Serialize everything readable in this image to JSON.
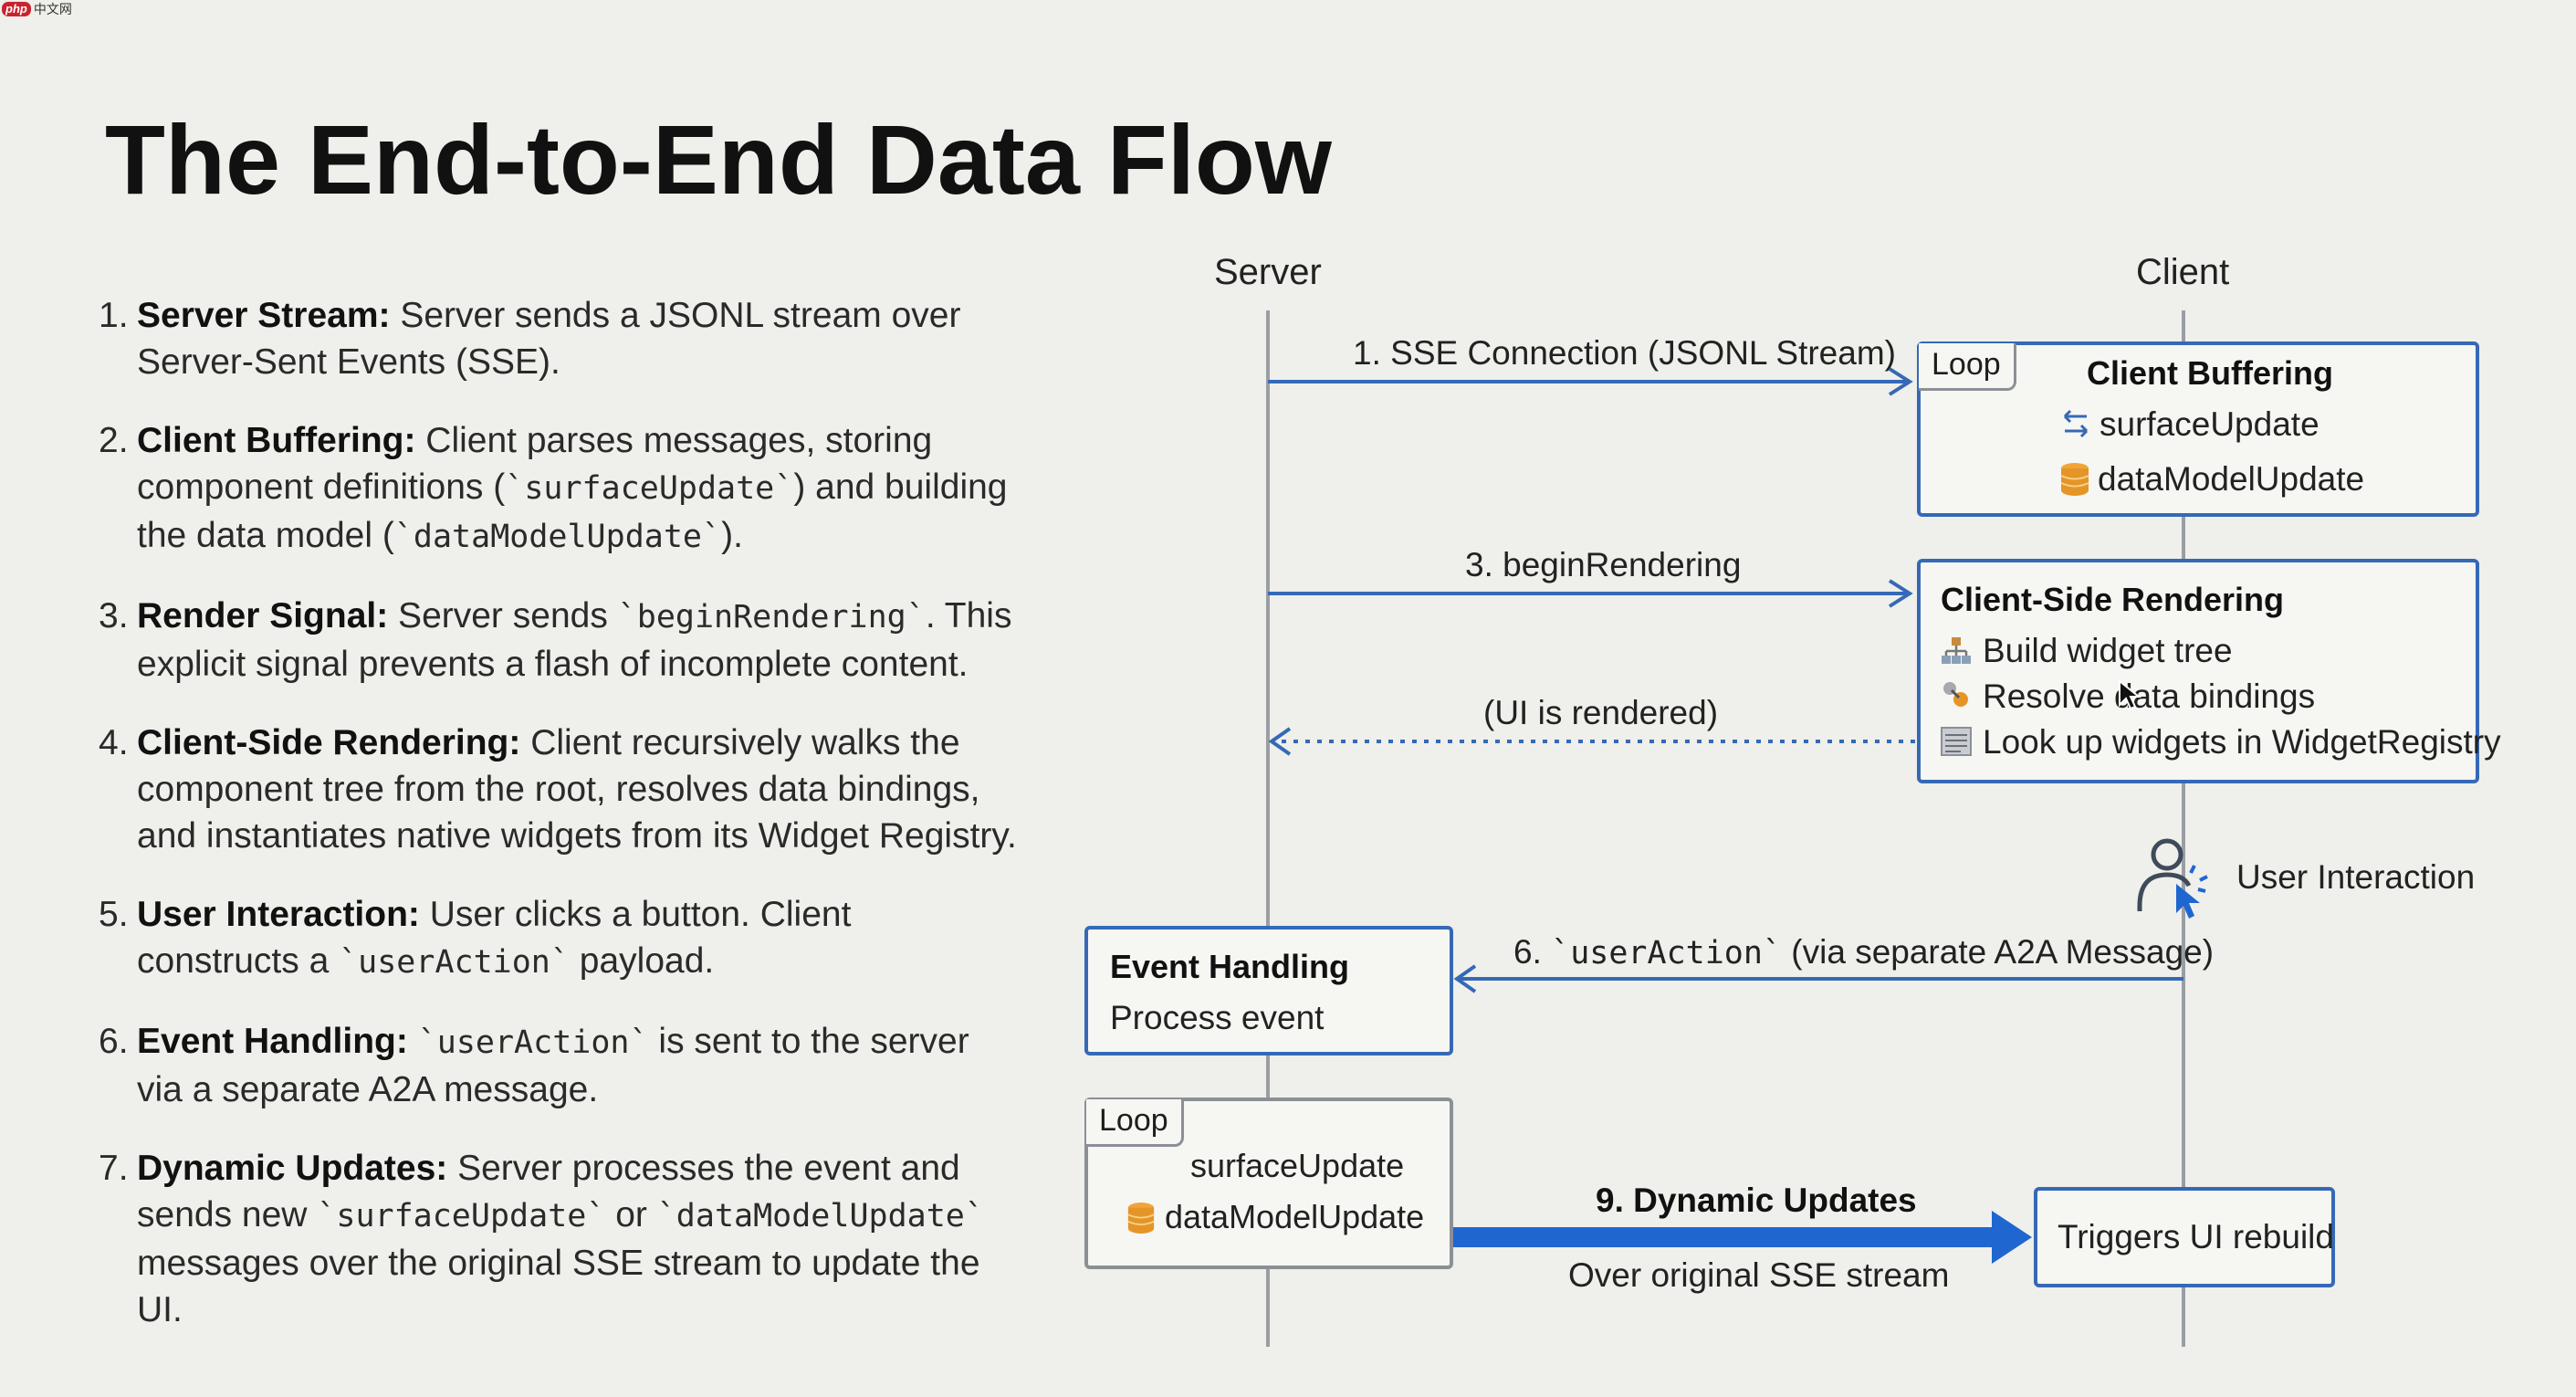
{
  "watermark": {
    "badge": "php",
    "text": "中文网"
  },
  "title": "The End-to-End Data Flow",
  "steps": [
    {
      "num": "1.",
      "head": "Server Stream:",
      "parts": [
        " Server sends a JSONL stream over Server-Sent Events (SSE)."
      ]
    },
    {
      "num": "2.",
      "head": "Client Buffering:",
      "parts": [
        " Client parses messages, storing component definitions (",
        "`surfaceUpdate`",
        ") and building the data model (",
        "`dataModelUpdate`",
        ")."
      ]
    },
    {
      "num": "3.",
      "head": "Render Signal:",
      "parts": [
        " Server sends ",
        "`beginRendering`",
        ". This explicit signal prevents a flash of incomplete content."
      ]
    },
    {
      "num": "4.",
      "head": "Client-Side Rendering:",
      "parts": [
        " Client recursively walks the component tree from the root, resolves data bindings, and instantiates native widgets from its Widget Registry."
      ]
    },
    {
      "num": "5.",
      "head": "User Interaction:",
      "parts": [
        " User clicks a button. Client constructs a ",
        "`userAction`",
        " payload."
      ]
    },
    {
      "num": "6.",
      "head": "Event Handling:",
      "parts": [
        " ",
        "`userAction`",
        " is sent to the server via a separate A2A message."
      ]
    },
    {
      "num": "7.",
      "head": "Dynamic Updates:",
      "parts": [
        " Server processes the event and sends new ",
        "`surfaceUpdate`",
        " or ",
        "`dataModelUpdate`",
        " messages over the original SSE stream to update the UI."
      ]
    }
  ],
  "diagram": {
    "server_label": "Server",
    "client_label": "Client",
    "msg1": "1. SSE Connection (JSONL Stream)",
    "msg3": "3. beginRendering",
    "ui_rendered": "(UI is rendered)",
    "msg6_prefix": "6. ",
    "msg6_code": "`userAction`",
    "msg6_suffix": " (via separate A2A Message)",
    "msg9": "9. Dynamic Updates",
    "msg9_sub": "Over original SSE stream",
    "client_buffering": {
      "loop": "Loop",
      "title": "Client Buffering",
      "item1": "surfaceUpdate",
      "item2": "dataModelUpdate"
    },
    "client_rendering": {
      "title": "Client-Side Rendering",
      "item1": "Build widget tree",
      "item2": "Resolve data bindings",
      "item3": "Look up widgets in WidgetRegistry"
    },
    "user_interaction": "User Interaction",
    "event_handling": {
      "title": "Event Handling",
      "text": "Process event"
    },
    "server_loop": {
      "loop": "Loop",
      "item1": "surfaceUpdate",
      "item2": "dataModelUpdate"
    },
    "rebuild": "Triggers UI rebuild",
    "colors": {
      "accent": "#3569b6",
      "strong": "#1f66d1",
      "lifeline": "#9a9ea4"
    }
  }
}
